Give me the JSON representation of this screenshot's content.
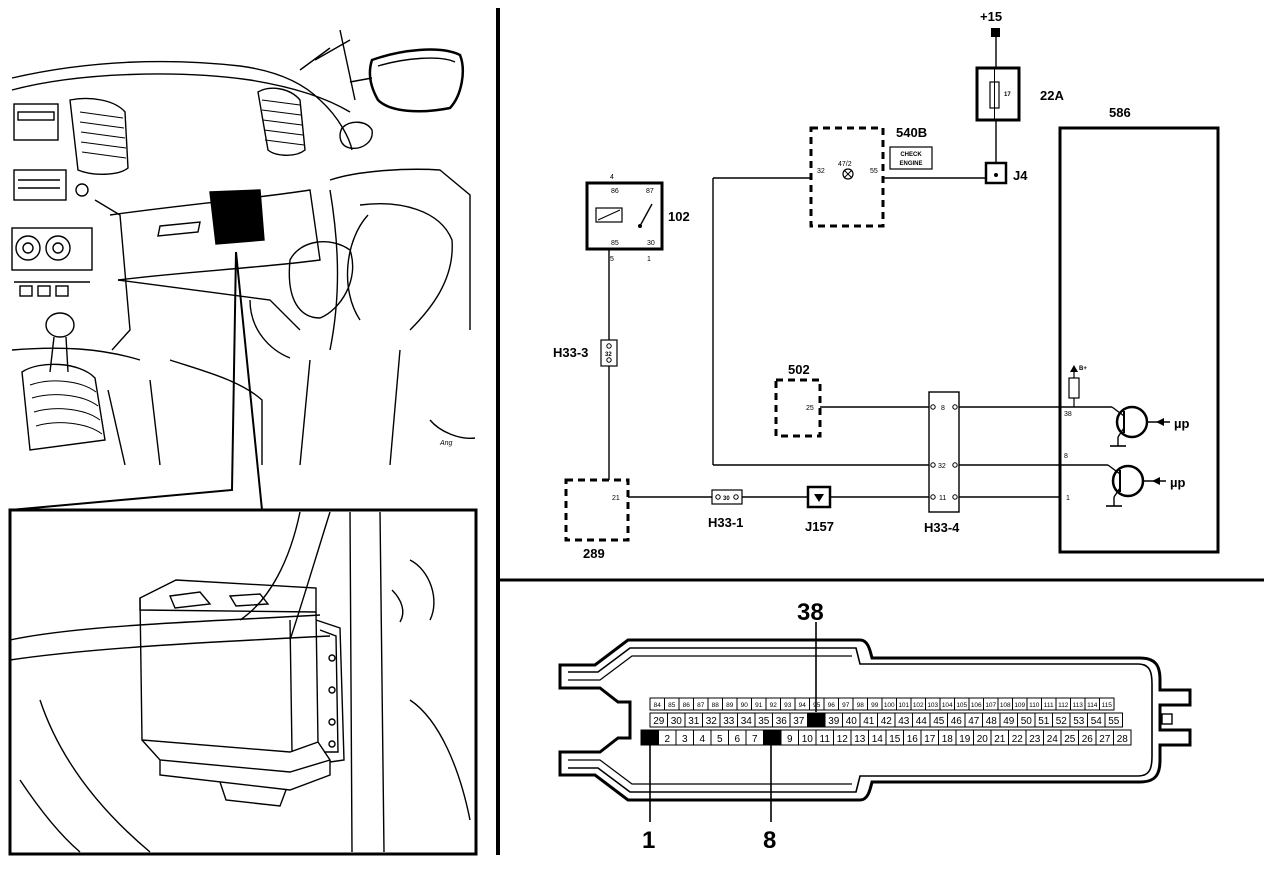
{
  "wiring": {
    "supply_label": "+15",
    "fuse": {
      "label": "22A",
      "pin": "17"
    },
    "relay": {
      "label": "102",
      "pins": {
        "p86": "86",
        "p87": "87",
        "p85": "85",
        "p30": "30",
        "top": "4",
        "bottom_left": "5",
        "bottom_right": "1"
      }
    },
    "check_engine": {
      "label": "540B",
      "sign_line1": "CHECK",
      "sign_line2": "ENGINE",
      "pin_left": "32",
      "pin_mid": "47/2",
      "pin_right": "55"
    },
    "junction_j4": "J4",
    "ecu": {
      "label": "586",
      "pin_top": "38",
      "pin_mid": "8",
      "pin_bottom": "1",
      "supply": "B+",
      "transistor_label": "µp"
    },
    "module_502": {
      "label": "502",
      "pin": "25"
    },
    "module_289": {
      "label": "289",
      "pin": "21"
    },
    "connector_h33_3": {
      "label": "H33-3",
      "pin": "32"
    },
    "connector_h33_1": {
      "label": "H33-1",
      "pin": "30"
    },
    "junction_j157": "J157",
    "connector_h33_4": {
      "label": "H33-4",
      "pins": [
        "8",
        "32",
        "11"
      ]
    }
  },
  "connector_face": {
    "row_top": [
      "84",
      "85",
      "86",
      "87",
      "88",
      "89",
      "90",
      "91",
      "92",
      "93",
      "94",
      "95",
      "96",
      "97",
      "98",
      "99",
      "100",
      "101",
      "102",
      "103",
      "104",
      "105",
      "106",
      "107",
      "108",
      "109",
      "110",
      "111",
      "112",
      "113",
      "114",
      "115"
    ],
    "row_mid": [
      "29",
      "30",
      "31",
      "32",
      "33",
      "34",
      "35",
      "36",
      "37",
      "38",
      "39",
      "40",
      "41",
      "42",
      "43",
      "44",
      "45",
      "46",
      "47",
      "48",
      "49",
      "50",
      "51",
      "52",
      "53",
      "54",
      "55"
    ],
    "row_bottom": [
      "1",
      "2",
      "3",
      "4",
      "5",
      "6",
      "7",
      "8",
      "9",
      "10",
      "11",
      "12",
      "13",
      "14",
      "15",
      "16",
      "17",
      "18",
      "19",
      "20",
      "21",
      "22",
      "23",
      "24",
      "25",
      "26",
      "27",
      "28"
    ],
    "highlighted": [
      "1",
      "8",
      "38"
    ],
    "callout_top": "38",
    "callout_left": "1",
    "callout_right": "8"
  },
  "illustration": {
    "signature": "Ang"
  }
}
